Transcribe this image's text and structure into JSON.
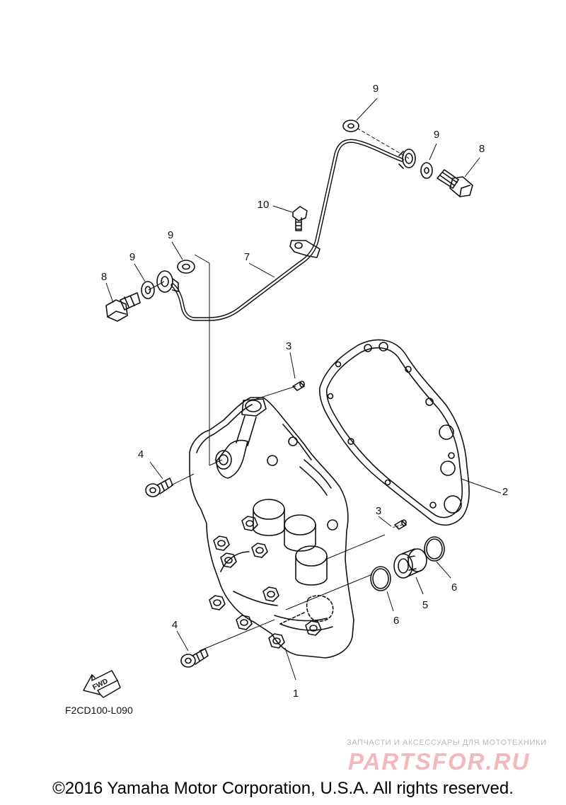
{
  "diagram": {
    "labels": [
      {
        "id": "p9-top",
        "text": "9"
      },
      {
        "id": "p9-right",
        "text": "9"
      },
      {
        "id": "p8-right",
        "text": "8"
      },
      {
        "id": "p10",
        "text": "10"
      },
      {
        "id": "p9-left-top",
        "text": "9"
      },
      {
        "id": "p7",
        "text": "7"
      },
      {
        "id": "p9-left",
        "text": "9"
      },
      {
        "id": "p8-left",
        "text": "8"
      },
      {
        "id": "p3-upper",
        "text": "3"
      },
      {
        "id": "p4-upper",
        "text": "4"
      },
      {
        "id": "p2",
        "text": "2"
      },
      {
        "id": "p3-lower",
        "text": "3"
      },
      {
        "id": "p6-right",
        "text": "6"
      },
      {
        "id": "p5",
        "text": "5"
      },
      {
        "id": "p6-left",
        "text": "6"
      },
      {
        "id": "p4-lower",
        "text": "4"
      },
      {
        "id": "p1",
        "text": "1"
      }
    ],
    "fwd_label": "FWD",
    "ref_code": "F2CD100-L090"
  },
  "watermark": {
    "tagline": "ЗАПЧАСТИ И АКСЕССУАРЫ ДЛЯ МОТОТЕХНИКИ",
    "logo": "PARTSFOR.RU"
  },
  "footer": {
    "copyright": "©2016 Yamaha Motor Corporation, U.S.A. All rights reserved."
  }
}
